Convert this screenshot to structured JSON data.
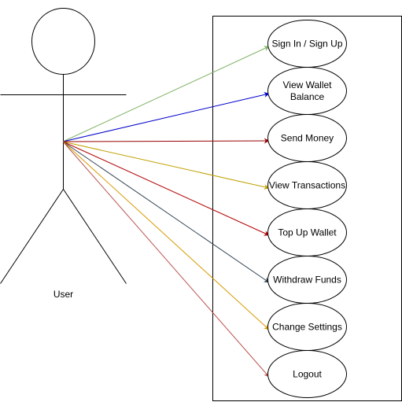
{
  "actor": {
    "name": "User"
  },
  "use_cases": [
    {
      "lines": [
        "Sign In / Sign Up"
      ],
      "color": "#82b366"
    },
    {
      "lines": [
        "View Wallet",
        "Balance"
      ],
      "color": "#0000cc"
    },
    {
      "lines": [
        "Send Money"
      ],
      "color": "#990000"
    },
    {
      "lines": [
        "View Transactions"
      ],
      "color": "#c0a000"
    },
    {
      "lines": [
        "Top Up Wallet"
      ],
      "color": "#b20000"
    },
    {
      "lines": [
        "Withdraw Funds"
      ],
      "color": "#314354"
    },
    {
      "lines": [
        "Change Settings"
      ],
      "color": "#d79b00"
    },
    {
      "lines": [
        "Logout"
      ],
      "color": "#b85450"
    }
  ]
}
